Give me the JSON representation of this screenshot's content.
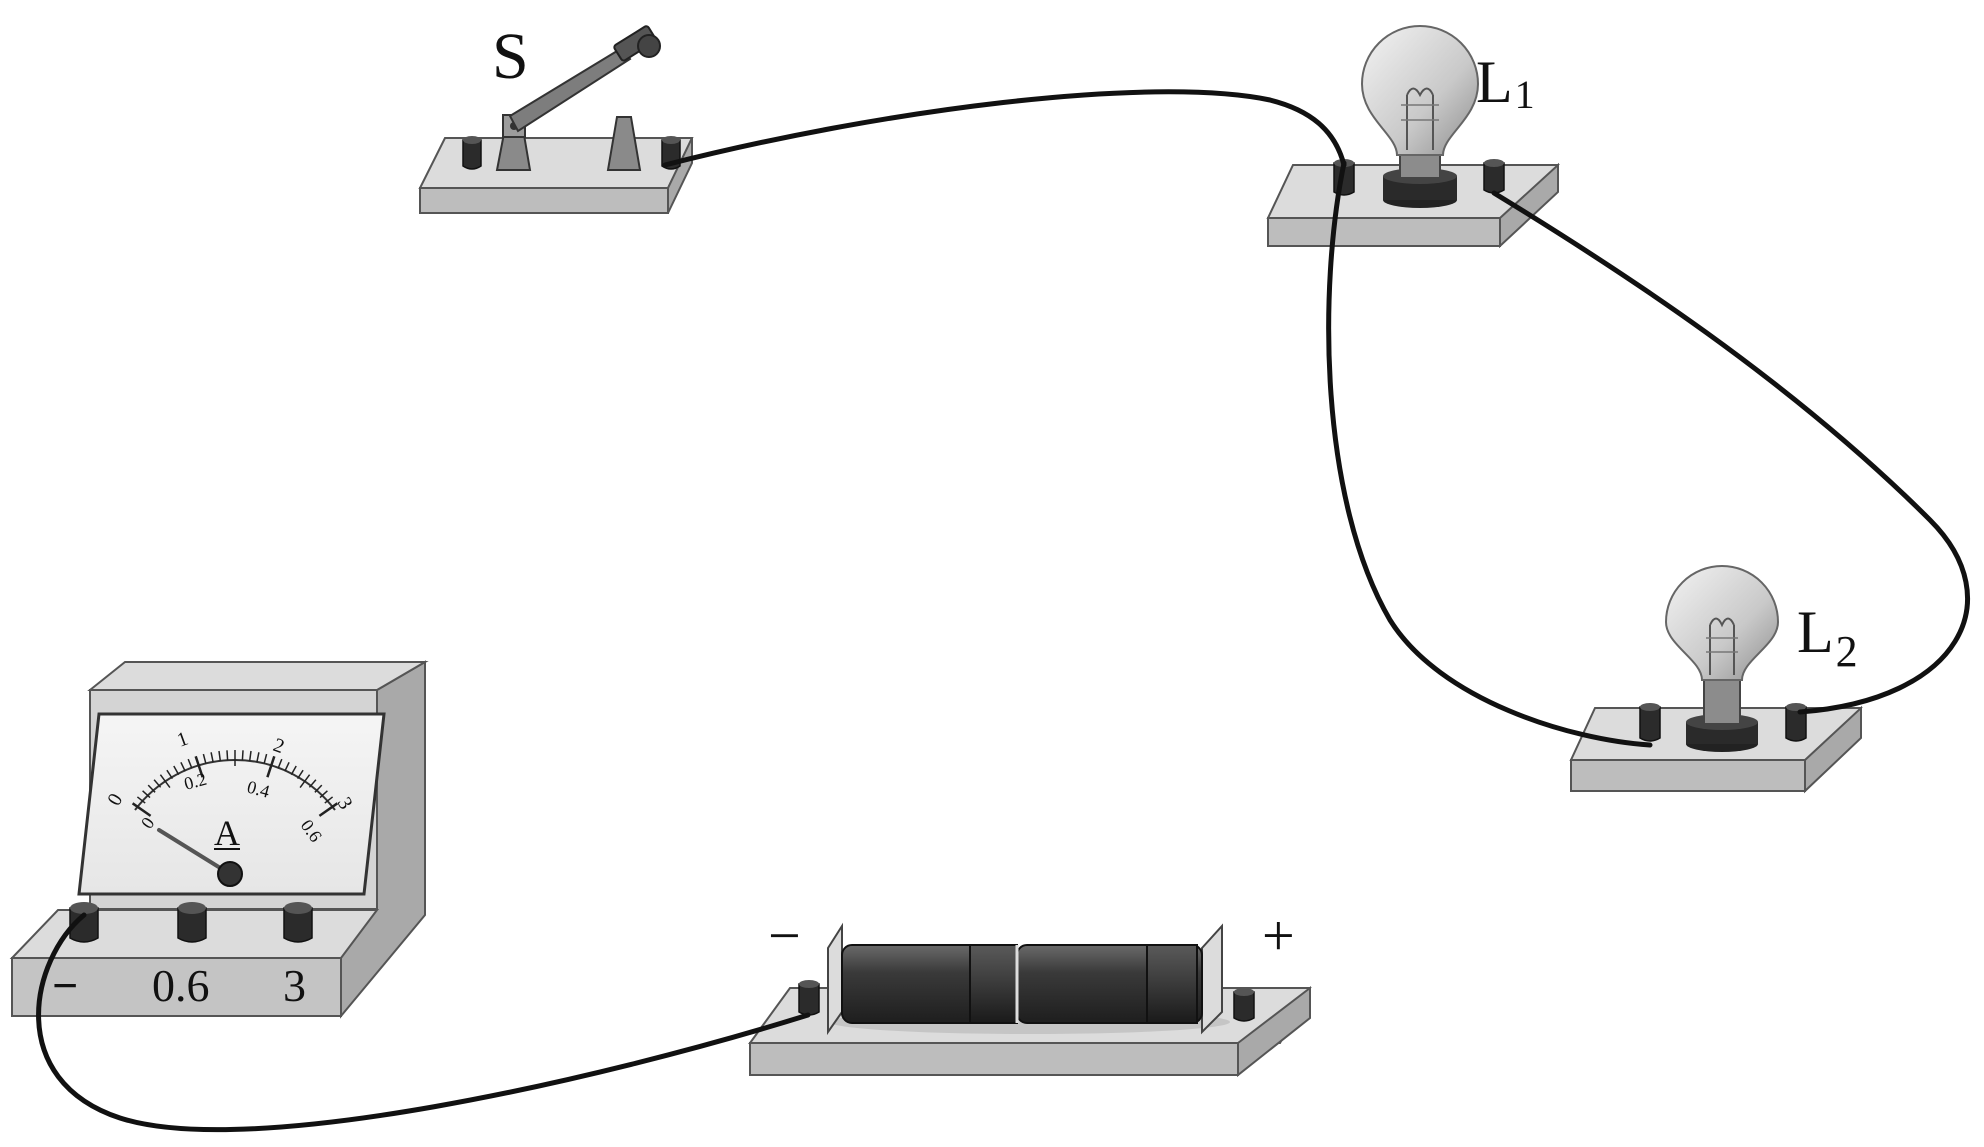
{
  "switch": {
    "label": "S"
  },
  "lamp1": {
    "label": "L",
    "subscript": "1"
  },
  "lamp2": {
    "label": "L",
    "subscript": "2"
  },
  "battery": {
    "minus": "−",
    "plus": "+"
  },
  "ammeter": {
    "unit": "A",
    "upper_scale": [
      "0",
      "1",
      "2",
      "3"
    ],
    "lower_scale": [
      "0",
      "0.2",
      "0.4",
      "0.6"
    ],
    "terminals": [
      "−",
      "0.6",
      "3"
    ]
  }
}
